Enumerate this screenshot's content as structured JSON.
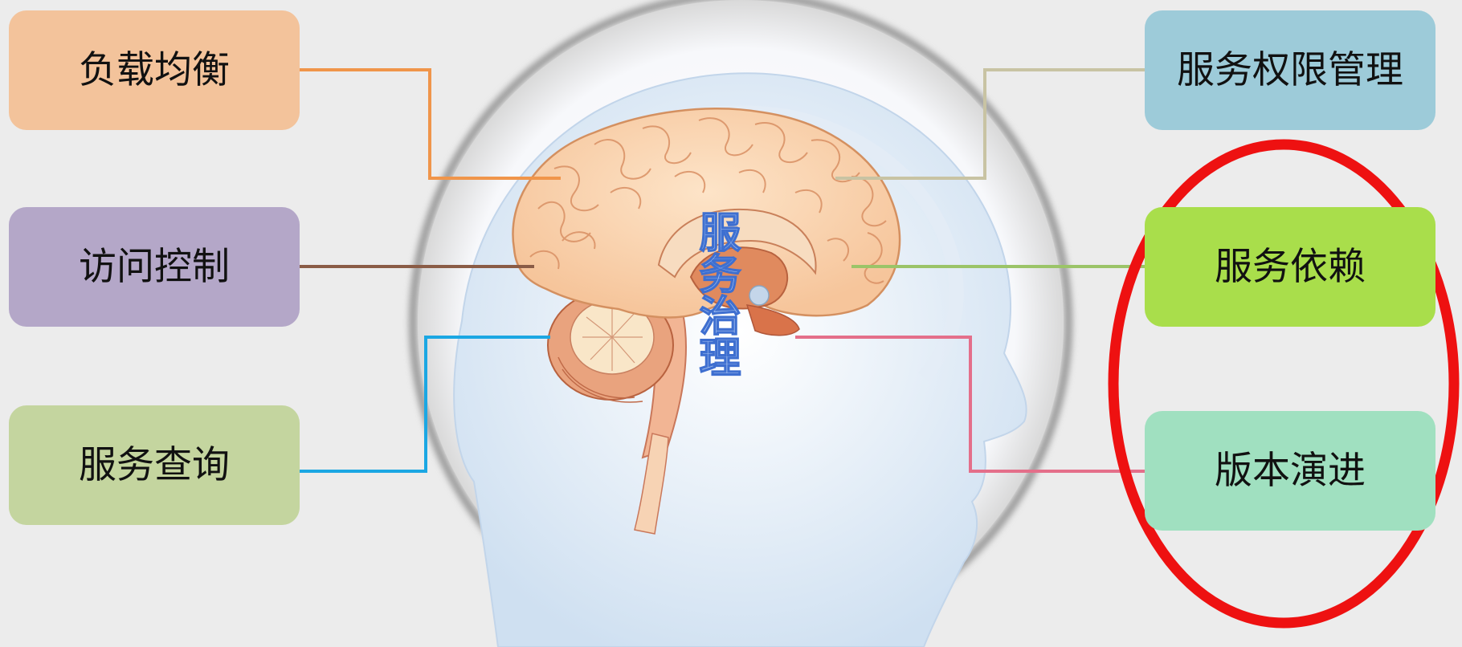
{
  "diagram": {
    "center_label": "服务治理",
    "left_boxes": [
      {
        "label": "负载均衡",
        "color": "#f3c39b"
      },
      {
        "label": "访问控制",
        "color": "#b4a7c8"
      },
      {
        "label": "服务查询",
        "color": "#c4d59f"
      }
    ],
    "right_boxes": [
      {
        "label": "服务权限管理",
        "color": "#9dcbd9"
      },
      {
        "label": "服务依赖",
        "color": "#a9de4b"
      },
      {
        "label": "版本演进",
        "color": "#a0e0c0"
      }
    ],
    "connector_colors": {
      "load_balance": "#f0954a",
      "access_control": "#8a5c46",
      "service_query": "#1ba7e3",
      "permission": "#c8c3a3",
      "dependency": "#9bc468",
      "version": "#e46f8a"
    },
    "highlight_color": "#ee1111"
  }
}
